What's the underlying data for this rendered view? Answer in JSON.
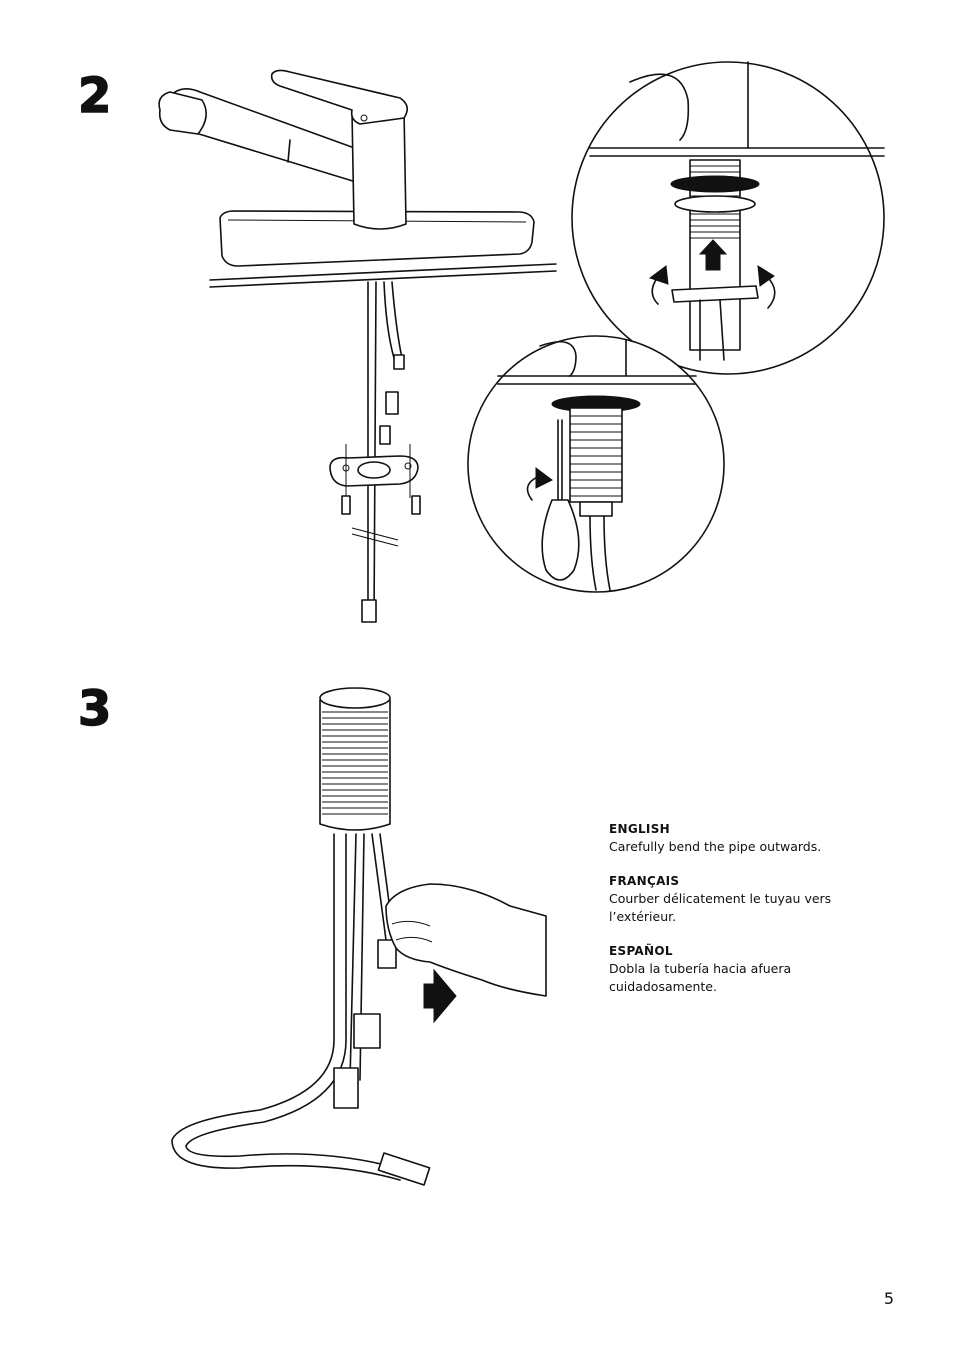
{
  "steps": {
    "step2_number": "2",
    "step3_number": "3"
  },
  "instructions": {
    "english": {
      "title": "ENGLISH",
      "text": "Carefully bend the pipe outwards."
    },
    "french": {
      "title": "FRANÇAIS",
      "text": "Courber délicatement le tuyau vers l’extérieur."
    },
    "spanish": {
      "title": "ESPAÑOL",
      "text": "Dobla la tubería hacia afuera cuidadosamente."
    }
  },
  "page": {
    "number": "5"
  },
  "icons": [
    "faucet-illustration",
    "mounting-detail-circle",
    "screwdriver-detail-circle",
    "hose-bending-illustration",
    "push-arrow-icon"
  ]
}
